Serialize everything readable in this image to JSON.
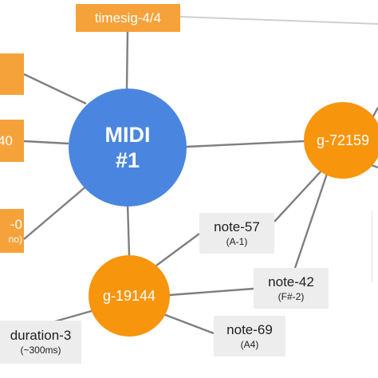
{
  "graph": {
    "midi": {
      "line1": "MIDI",
      "line2": "#1"
    },
    "timesig": {
      "label": "timesig-4/4"
    },
    "left_box_1": {
      "label": "40"
    },
    "left_box_2": {
      "label": "-0",
      "sub": "no)"
    },
    "group_a": {
      "label": "g-72159"
    },
    "group_b": {
      "label": "g-19144"
    },
    "note_57": {
      "label": "note-57",
      "sub": "(A-1)"
    },
    "note_42": {
      "label": "note-42",
      "sub": "(F#-2)"
    },
    "note_69": {
      "label": "note-69",
      "sub": "(A4)"
    },
    "duration": {
      "label": "duration-3",
      "sub": "(~300ms)"
    },
    "colors": {
      "midi_node": "#4a86e0",
      "group_node": "#f7950d",
      "attribute_box": "#f6a23a",
      "note_box": "#ededed",
      "edge": "#7f7f7f"
    }
  }
}
